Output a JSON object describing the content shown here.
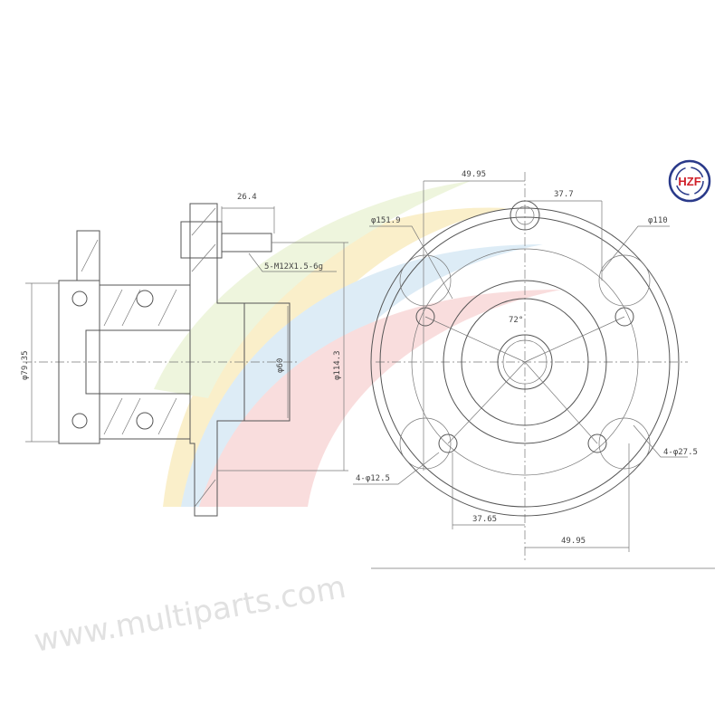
{
  "logo": {
    "text": "HZF",
    "color": "#d0202a",
    "ring_color": "#2a3a8a"
  },
  "watermark": "www.multiparts.com",
  "side_view": {
    "bolt_length": "26.4",
    "thread_spec": "5-M12X1.5-6g",
    "bore_diameter": "φ79.35",
    "pilot_diameter": "φ60",
    "pcd": "φ114.3"
  },
  "front_view": {
    "outer_diameter": "φ151.9",
    "offset_top_left": "49.95",
    "offset_top_right": "37.7",
    "bolt_circle": "φ110",
    "large_holes": "4-φ27.5",
    "small_holes": "4-φ12.5",
    "offset_bottom_left": "37.65",
    "offset_bottom_right": "49.95",
    "angle": "72°"
  }
}
